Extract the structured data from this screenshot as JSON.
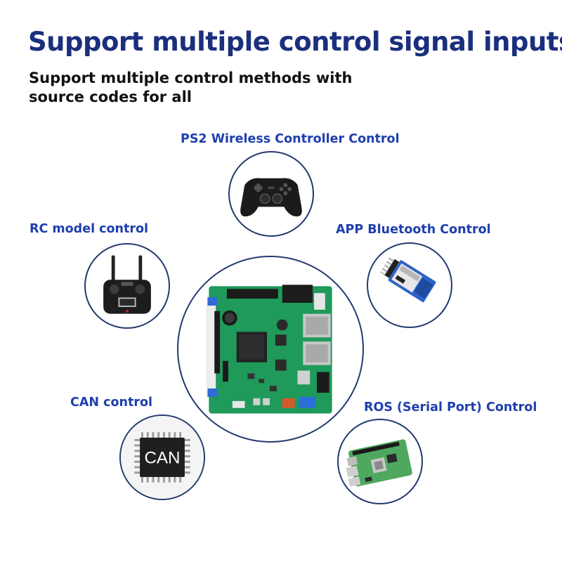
{
  "heading": {
    "title": "Support multiple control signal inputs",
    "subtitle": "Support multiple control methods with source codes for all"
  },
  "methods": {
    "ps2": {
      "label": "PS2 Wireless Controller Control",
      "icon": "gamepad-icon"
    },
    "rc": {
      "label": "RC model control",
      "icon": "rc-transmitter-icon"
    },
    "bluetooth": {
      "label": "APP Bluetooth Control",
      "icon": "bluetooth-module-icon"
    },
    "can": {
      "label": "CAN control",
      "chip_text": "CAN",
      "icon": "can-chip-icon"
    },
    "ros": {
      "label": "ROS (Serial Port) Control",
      "icon": "raspberry-pi-board-icon"
    }
  },
  "center": {
    "icon": "controller-board-icon"
  },
  "colors": {
    "title": "#1a2f7d",
    "label": "#1f3fae",
    "circle_border": "#223a70",
    "board": "#1f9a5a"
  }
}
